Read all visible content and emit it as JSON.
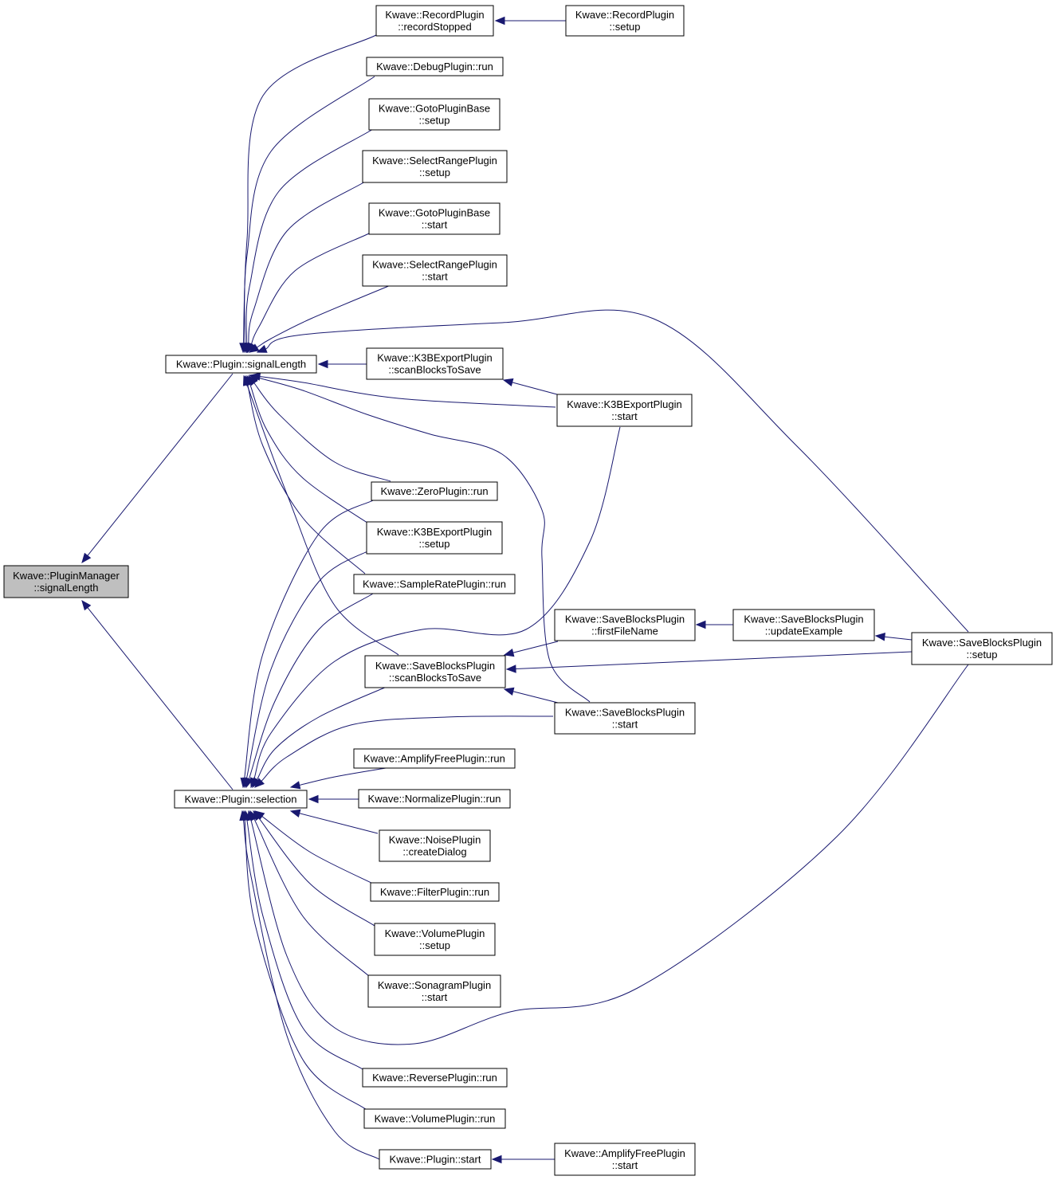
{
  "graph": {
    "arrow_color": "#191970",
    "root_fill": "#bfbfbf",
    "nodes": [
      {
        "id": "pm_signalLength",
        "lines": [
          "Kwave::PluginManager",
          "::signalLength"
        ],
        "root": true
      },
      {
        "id": "p_signalLength",
        "lines": [
          "Kwave::Plugin::signalLength"
        ]
      },
      {
        "id": "p_selection",
        "lines": [
          "Kwave::Plugin::selection"
        ]
      },
      {
        "id": "rec_stopped",
        "lines": [
          "Kwave::RecordPlugin",
          "::recordStopped"
        ]
      },
      {
        "id": "rec_setup",
        "lines": [
          "Kwave::RecordPlugin",
          "::setup"
        ]
      },
      {
        "id": "debug_run",
        "lines": [
          "Kwave::DebugPlugin::run"
        ]
      },
      {
        "id": "goto_setup",
        "lines": [
          "Kwave::GotoPluginBase",
          "::setup"
        ]
      },
      {
        "id": "selrange_setup",
        "lines": [
          "Kwave::SelectRangePlugin",
          "::setup"
        ]
      },
      {
        "id": "goto_start",
        "lines": [
          "Kwave::GotoPluginBase",
          "::start"
        ]
      },
      {
        "id": "selrange_start",
        "lines": [
          "Kwave::SelectRangePlugin",
          "::start"
        ]
      },
      {
        "id": "k3b_scan",
        "lines": [
          "Kwave::K3BExportPlugin",
          "::scanBlocksToSave"
        ]
      },
      {
        "id": "k3b_start",
        "lines": [
          "Kwave::K3BExportPlugin",
          "::start"
        ]
      },
      {
        "id": "zero_run",
        "lines": [
          "Kwave::ZeroPlugin::run"
        ]
      },
      {
        "id": "k3b_setup",
        "lines": [
          "Kwave::K3BExportPlugin",
          "::setup"
        ]
      },
      {
        "id": "samplerate_run",
        "lines": [
          "Kwave::SampleRatePlugin::run"
        ]
      },
      {
        "id": "sb_first",
        "lines": [
          "Kwave::SaveBlocksPlugin",
          "::firstFileName"
        ]
      },
      {
        "id": "sb_update",
        "lines": [
          "Kwave::SaveBlocksPlugin",
          "::updateExample"
        ]
      },
      {
        "id": "sb_setup",
        "lines": [
          "Kwave::SaveBlocksPlugin",
          "::setup"
        ]
      },
      {
        "id": "sb_scan",
        "lines": [
          "Kwave::SaveBlocksPlugin",
          "::scanBlocksToSave"
        ]
      },
      {
        "id": "sb_start",
        "lines": [
          "Kwave::SaveBlocksPlugin",
          "::start"
        ]
      },
      {
        "id": "ampfree_run",
        "lines": [
          "Kwave::AmplifyFreePlugin::run"
        ]
      },
      {
        "id": "normalize_run",
        "lines": [
          "Kwave::NormalizePlugin::run"
        ]
      },
      {
        "id": "noise_create",
        "lines": [
          "Kwave::NoisePlugin",
          "::createDialog"
        ]
      },
      {
        "id": "filter_run",
        "lines": [
          "Kwave::FilterPlugin::run"
        ]
      },
      {
        "id": "volume_setup",
        "lines": [
          "Kwave::VolumePlugin",
          "::setup"
        ]
      },
      {
        "id": "sonagram_start",
        "lines": [
          "Kwave::SonagramPlugin",
          "::start"
        ]
      },
      {
        "id": "reverse_run",
        "lines": [
          "Kwave::ReversePlugin::run"
        ]
      },
      {
        "id": "volume_run",
        "lines": [
          "Kwave::VolumePlugin::run"
        ]
      },
      {
        "id": "p_start",
        "lines": [
          "Kwave::Plugin::start"
        ]
      },
      {
        "id": "ampfree_start",
        "lines": [
          "Kwave::AmplifyFreePlugin",
          "::start"
        ]
      }
    ],
    "edges": [
      {
        "from": "p_signalLength",
        "to": "pm_signalLength"
      },
      {
        "from": "p_selection",
        "to": "pm_signalLength"
      },
      {
        "from": "rec_stopped",
        "to": "p_signalLength"
      },
      {
        "from": "rec_setup",
        "to": "rec_stopped"
      },
      {
        "from": "debug_run",
        "to": "p_signalLength"
      },
      {
        "from": "goto_setup",
        "to": "p_signalLength"
      },
      {
        "from": "selrange_setup",
        "to": "p_signalLength"
      },
      {
        "from": "goto_start",
        "to": "p_signalLength"
      },
      {
        "from": "selrange_start",
        "to": "p_signalLength"
      },
      {
        "from": "sb_setup",
        "to": "p_signalLength"
      },
      {
        "from": "k3b_scan",
        "to": "p_signalLength"
      },
      {
        "from": "k3b_start",
        "to": "p_signalLength"
      },
      {
        "from": "k3b_start",
        "to": "k3b_scan"
      },
      {
        "from": "sb_start",
        "to": "p_signalLength"
      },
      {
        "from": "zero_run",
        "to": "p_signalLength"
      },
      {
        "from": "k3b_setup",
        "to": "p_signalLength"
      },
      {
        "from": "samplerate_run",
        "to": "p_signalLength"
      },
      {
        "from": "sb_scan",
        "to": "p_signalLength"
      },
      {
        "from": "zero_run",
        "to": "p_selection"
      },
      {
        "from": "k3b_setup",
        "to": "p_selection"
      },
      {
        "from": "samplerate_run",
        "to": "p_selection"
      },
      {
        "from": "k3b_start",
        "to": "p_selection"
      },
      {
        "from": "sb_scan",
        "to": "p_selection"
      },
      {
        "from": "sb_start",
        "to": "p_selection"
      },
      {
        "from": "ampfree_run",
        "to": "p_selection"
      },
      {
        "from": "normalize_run",
        "to": "p_selection"
      },
      {
        "from": "noise_create",
        "to": "p_selection"
      },
      {
        "from": "filter_run",
        "to": "p_selection"
      },
      {
        "from": "volume_setup",
        "to": "p_selection"
      },
      {
        "from": "sonagram_start",
        "to": "p_selection"
      },
      {
        "from": "sb_setup",
        "to": "p_selection"
      },
      {
        "from": "reverse_run",
        "to": "p_selection"
      },
      {
        "from": "volume_run",
        "to": "p_selection"
      },
      {
        "from": "p_start",
        "to": "p_selection"
      },
      {
        "from": "sb_first",
        "to": "sb_scan"
      },
      {
        "from": "sb_setup",
        "to": "sb_scan"
      },
      {
        "from": "sb_start",
        "to": "sb_scan"
      },
      {
        "from": "sb_update",
        "to": "sb_first"
      },
      {
        "from": "sb_setup",
        "to": "sb_update"
      },
      {
        "from": "ampfree_start",
        "to": "p_start"
      }
    ]
  }
}
